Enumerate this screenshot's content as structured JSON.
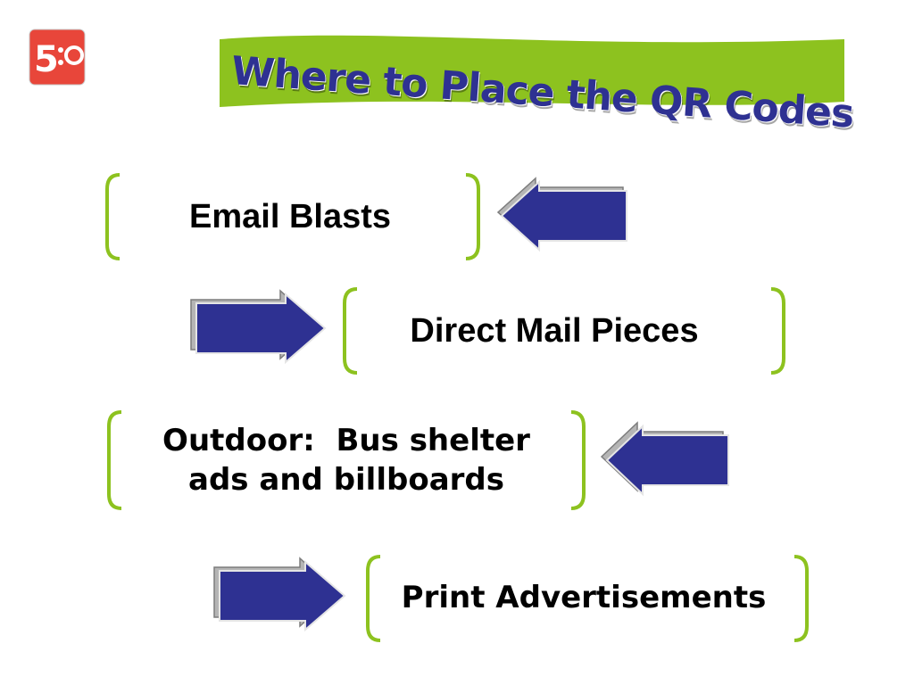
{
  "logo": {
    "text": "5:0",
    "bg_color": "#e8463a"
  },
  "title": "Where to Place the QR Codes",
  "banner_color": "#8dc21f",
  "bracket_color": "#8dc21f",
  "arrow_color": "#2e3192",
  "items": [
    {
      "label": "Email Blasts",
      "arrow_direction": "left"
    },
    {
      "label": "Direct Mail Pieces",
      "arrow_direction": "right"
    },
    {
      "label_line1": "Outdoor:  Bus shelter",
      "label_line2": "ads and billboards",
      "arrow_direction": "left"
    },
    {
      "label": "Print Advertisements",
      "arrow_direction": "right"
    }
  ]
}
